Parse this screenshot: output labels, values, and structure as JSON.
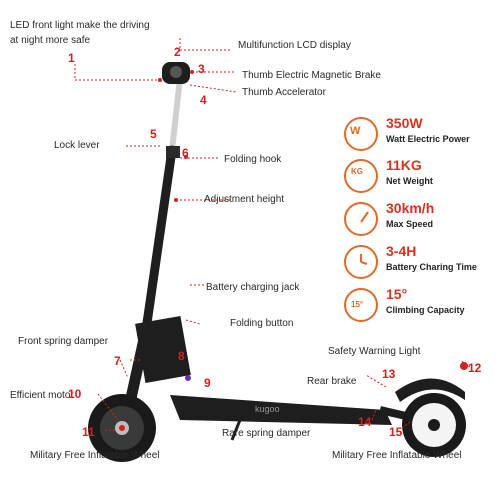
{
  "labels": {
    "led": [
      "LED front light make the driving",
      "at night more safe"
    ],
    "lcd": "Multifunction LCD display",
    "brake_thumb": "Thumb Electric Magnetic Brake",
    "accel": "Thumb Accelerator",
    "lock": "Lock lever",
    "fold_hook": "Folding hook",
    "adjust": "Adjustment height",
    "charge": "Battery charging jack",
    "fold_btn": "Folding button",
    "front_damper": "Front spring damper",
    "motor": "Efficient motor",
    "wheel_front": "Military Free Inflatable Wheel",
    "safety": "Safety Warning Light",
    "rear_brake": "Rear brake",
    "rear_damper": "Rare spring damper",
    "wheel_rear": "Military Free Inflatable Wheel"
  },
  "numbers": [
    "1",
    "2",
    "3",
    "4",
    "5",
    "6",
    "7",
    "8",
    "9",
    "10",
    "11",
    "12",
    "13",
    "14",
    "15"
  ],
  "specs": [
    {
      "value": "350W",
      "desc": "Watt Electric Power",
      "icon": "power-icon",
      "glyph": "W"
    },
    {
      "value": "11KG",
      "desc": "Net Weight",
      "icon": "weight-icon",
      "glyph": "KG"
    },
    {
      "value": "30km/h",
      "desc": "Max Speed",
      "icon": "speed-icon",
      "glyph": ""
    },
    {
      "value": "3-4H",
      "desc": "Battery Charing Time",
      "icon": "clock-icon",
      "glyph": ""
    },
    {
      "value": "15°",
      "desc": "Climbing Capacity",
      "icon": "slope-icon",
      "glyph": "15°"
    }
  ],
  "brand": "kugoo",
  "colors": {
    "accent": "#d42020",
    "spec_accent": "#e06a2c",
    "frame": "#1e1e1e"
  }
}
